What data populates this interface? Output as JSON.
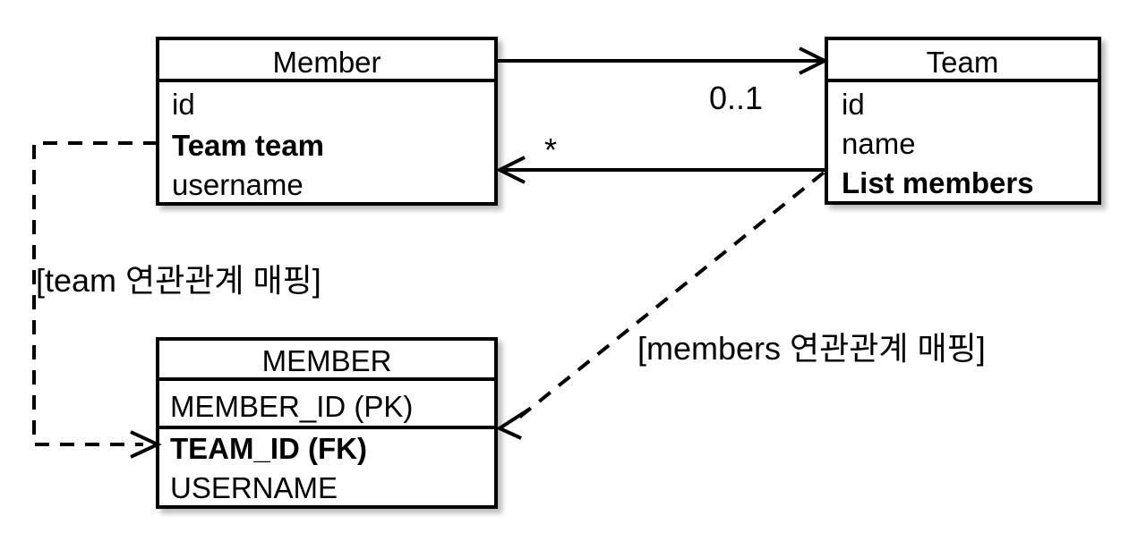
{
  "diagram": {
    "kind": "uml-class-to-table-mapping",
    "background_color": "#ffffff",
    "line_color": "#000000",
    "shadow_color": "#c8c8c8"
  },
  "entities": {
    "member_class": {
      "title": "Member",
      "attributes": [
        {
          "text": "id",
          "bold": false
        },
        {
          "text": "Team team",
          "bold": true
        },
        {
          "text": "username",
          "bold": false
        }
      ]
    },
    "team_class": {
      "title": "Team",
      "attributes": [
        {
          "text": "id",
          "bold": false
        },
        {
          "text": "name",
          "bold": false
        },
        {
          "text": "List members",
          "bold": true
        }
      ]
    },
    "member_table": {
      "title": "MEMBER",
      "columns_top": [
        {
          "text": "MEMBER_ID (PK)",
          "bold": false
        }
      ],
      "columns_bottom": [
        {
          "text": "TEAM_ID (FK)",
          "bold": true
        },
        {
          "text": "USERNAME",
          "bold": false
        }
      ]
    }
  },
  "associations": {
    "member_to_team_multiplicity": "0..1",
    "team_to_member_multiplicity": "*"
  },
  "notes": {
    "team_mapping": "[team 연관관계 매핑]",
    "members_mapping": "[members 연관관계 매핑]"
  }
}
